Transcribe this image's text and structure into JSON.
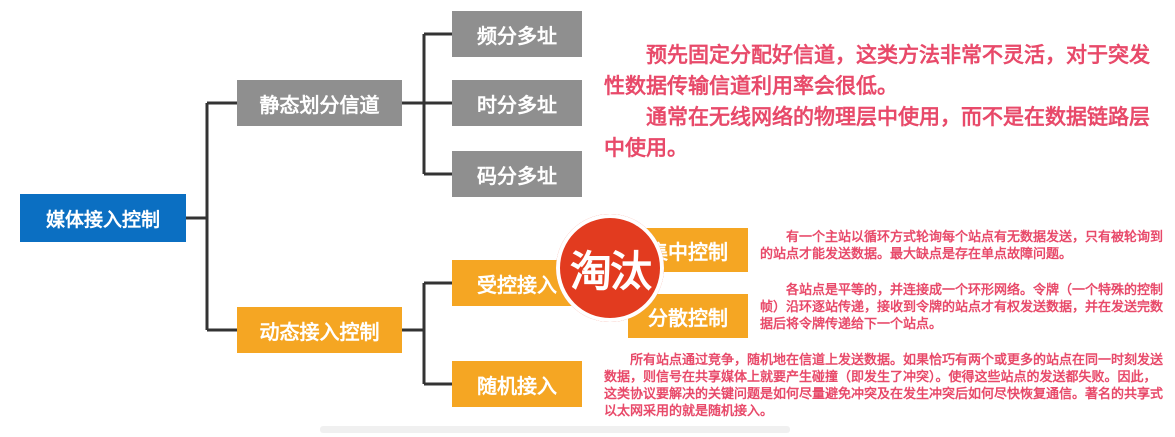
{
  "diagram": {
    "root": "媒体接入控制",
    "static": {
      "label": "静态划分信道",
      "children": [
        "频分多址",
        "时分多址",
        "码分多址"
      ],
      "note": [
        "预先固定分配好信道，这类方法非常不灵活，对于突发性数据传输信道利用率会很低。",
        "通常在无线网络的物理层中使用，而不是在数据链路层中使用。"
      ]
    },
    "dynamic": {
      "label": "动态接入控制",
      "controlled": {
        "label": "受控接入",
        "children": [
          {
            "label": "集中控制",
            "note": "有一个主站以循环方式轮询每个站点有无数据发送，只有被轮询到的站点才能发送数据。最大缺点是存在单点故障问题。"
          },
          {
            "label": "分散控制",
            "note": "各站点是平等的，并连接成一个环形网络。令牌（一个特殊的控制帧）沿环逐站传递，接收到令牌的站点才有权发送数据，并在发送完数据后将令牌传递给下一个站点。"
          }
        ]
      },
      "random": {
        "label": "随机接入",
        "note": "所有站点通过竞争，随机地在信道上发送数据。如果恰巧有两个或更多的站点在同一时刻发送数据，则信号在共享媒体上就要产生碰撞（即发生了冲突）。使得这些站点的发送都失败。因此，这类协议要解决的关键问题是如何尽量避免冲突及在发生冲突后如何尽快恢复通信。著名的共享式以太网采用的就是随机接入。"
      }
    },
    "stamp": "淘汰"
  },
  "colors": {
    "root": "#0b6fc2",
    "gray_node": "#8f8f8f",
    "orange_node": "#f5a623",
    "note_text": "#e84a6a",
    "stamp": "#e23b1f",
    "connector": "#333333"
  }
}
